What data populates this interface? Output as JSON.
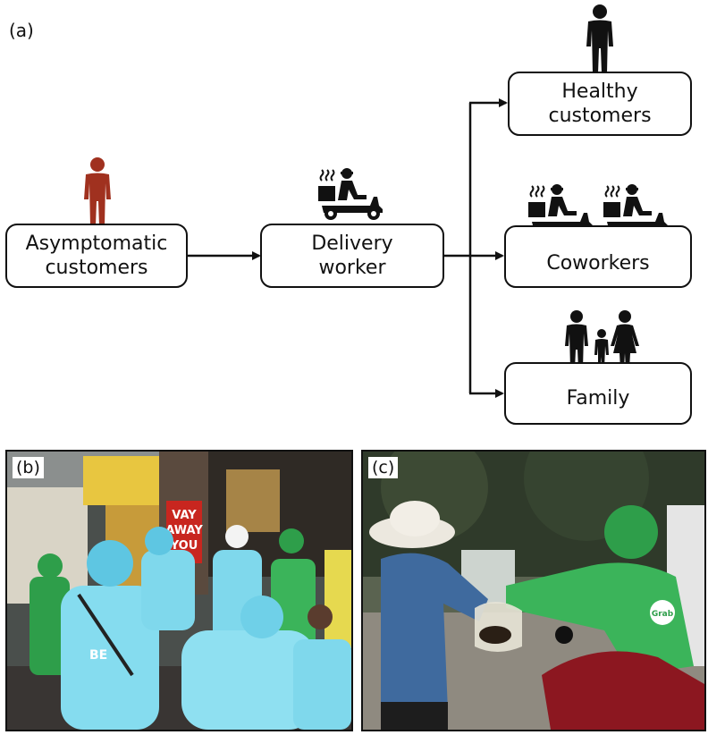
{
  "panels": {
    "a": "(a)",
    "b": "(b)",
    "c": "(c)"
  },
  "nodes": {
    "source": {
      "line1": "Asymptomatic",
      "line2": "customers"
    },
    "worker": {
      "line1": "Delivery",
      "line2": "worker"
    },
    "healthy": {
      "line1": "Healthy",
      "line2": "customers"
    },
    "coworkers": {
      "label": "Coworkers"
    },
    "family": {
      "label": "Family"
    }
  },
  "colors": {
    "infected_person": "#a0311f",
    "person": "#111111",
    "grab_green": "#2e9e4a",
    "be_cyan": "#7fd8ec"
  },
  "icons": [
    "infected-person-icon",
    "delivery-scooter-icon",
    "person-icon",
    "family-icon"
  ],
  "photo_b": {
    "logo": "BE",
    "sign_red": "VAY\nAWAY\nYOU"
  },
  "photo_c": {
    "logo": "Grab"
  }
}
